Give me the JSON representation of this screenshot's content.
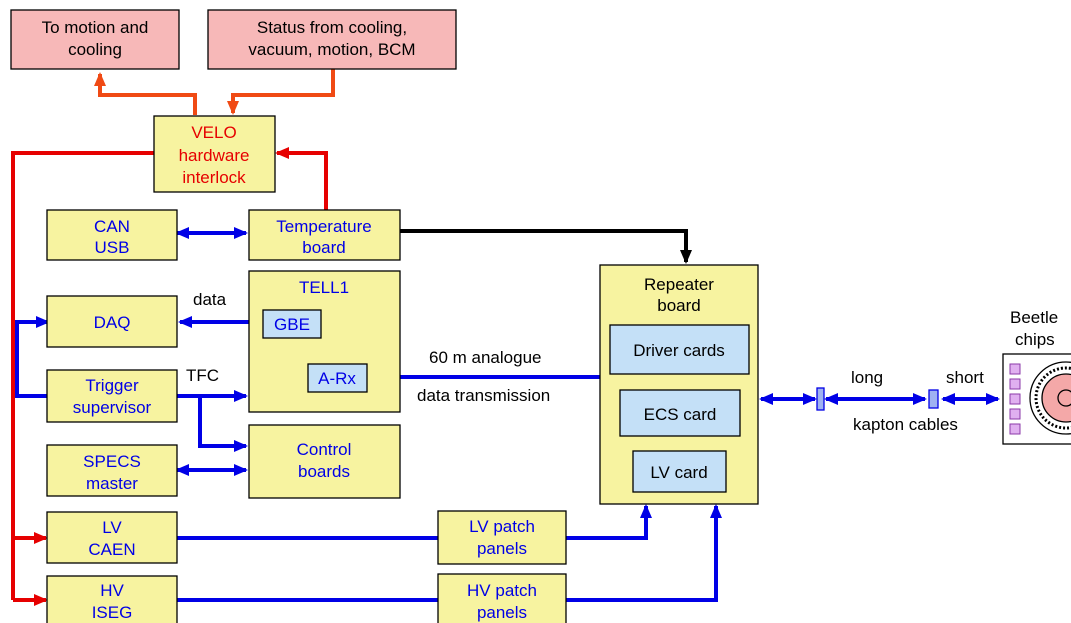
{
  "colors": {
    "pink_box": "#f7b8b8",
    "yellow_box": "#f7f3a0",
    "inner_box": "#c4e0f7",
    "blue_line": "#0000e6",
    "red_line": "#e60000",
    "orange_line": "#f04a14",
    "black_line": "#000000",
    "purple_chip": "#e0b0f0",
    "pink_circle": "#f4a8a8"
  },
  "boxes": {
    "to_motion": [
      "To motion and",
      "cooling"
    ],
    "status": [
      "Status from cooling,",
      "vacuum, motion, BCM"
    ],
    "velo": [
      "VELO",
      "hardware",
      "interlock"
    ],
    "can": [
      "CAN",
      "USB"
    ],
    "temperature": [
      "Temperature",
      "board"
    ],
    "daq": [
      "DAQ"
    ],
    "tell1": [
      "TELL1"
    ],
    "gbe": [
      "GBE"
    ],
    "arx": [
      "A-Rx"
    ],
    "trigger": [
      "Trigger",
      "supervisor"
    ],
    "control": [
      "Control",
      "boards"
    ],
    "specs": [
      "SPECS",
      "master"
    ],
    "lv_caen": [
      "LV",
      "CAEN"
    ],
    "hv_iseg": [
      "HV",
      "ISEG"
    ],
    "lv_patch": [
      "LV patch",
      "panels"
    ],
    "hv_patch": [
      "HV patch",
      "panels"
    ],
    "repeater": [
      "Repeater",
      "board"
    ],
    "driver": [
      "Driver cards"
    ],
    "ecs": [
      "ECS card"
    ],
    "lv_card": [
      "LV card"
    ]
  },
  "labels": {
    "data": "data",
    "tfc": "TFC",
    "analogue": "60 m analogue",
    "transmission": "data transmission",
    "long": "long",
    "short": "short",
    "kapton": "kapton cables",
    "beetle": [
      "Beetle",
      "chips"
    ]
  }
}
